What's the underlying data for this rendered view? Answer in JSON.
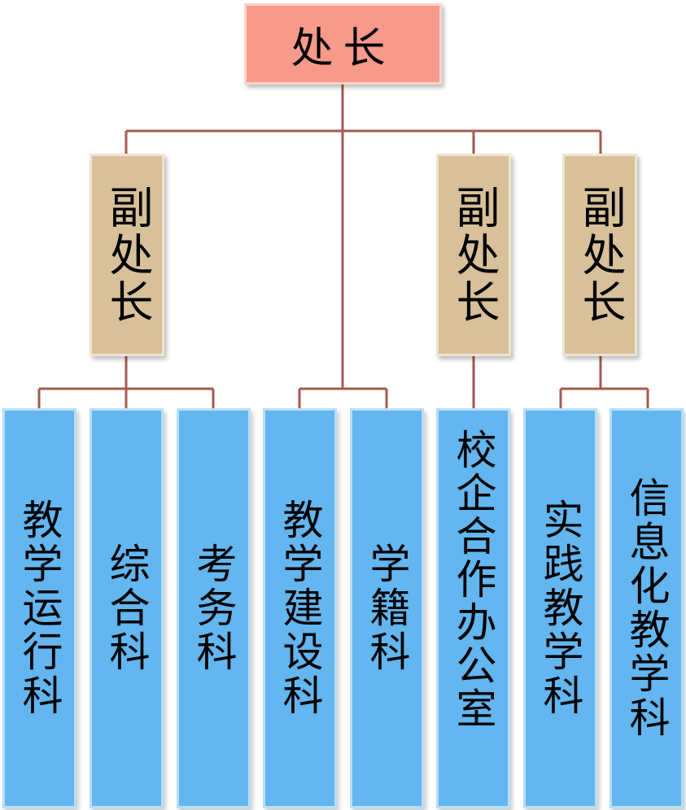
{
  "org_chart": {
    "head": {
      "label": "处长"
    },
    "deputies": [
      {
        "label": "副处长"
      },
      {
        "label": "副处长"
      },
      {
        "label": "副处长"
      }
    ],
    "sections": [
      {
        "label": "教学运行科"
      },
      {
        "label": "综合科"
      },
      {
        "label": "考务科"
      },
      {
        "label": "教学建设科"
      },
      {
        "label": "学籍科"
      },
      {
        "label": "校企合作办公室"
      },
      {
        "label": "实践教学科"
      },
      {
        "label": "信息化教学科"
      }
    ]
  },
  "colors": {
    "head_fill": "#f79a8c",
    "deputy_fill": "#d7c09a",
    "section_fill": "#63b6ef",
    "connector": "#a45a52"
  }
}
